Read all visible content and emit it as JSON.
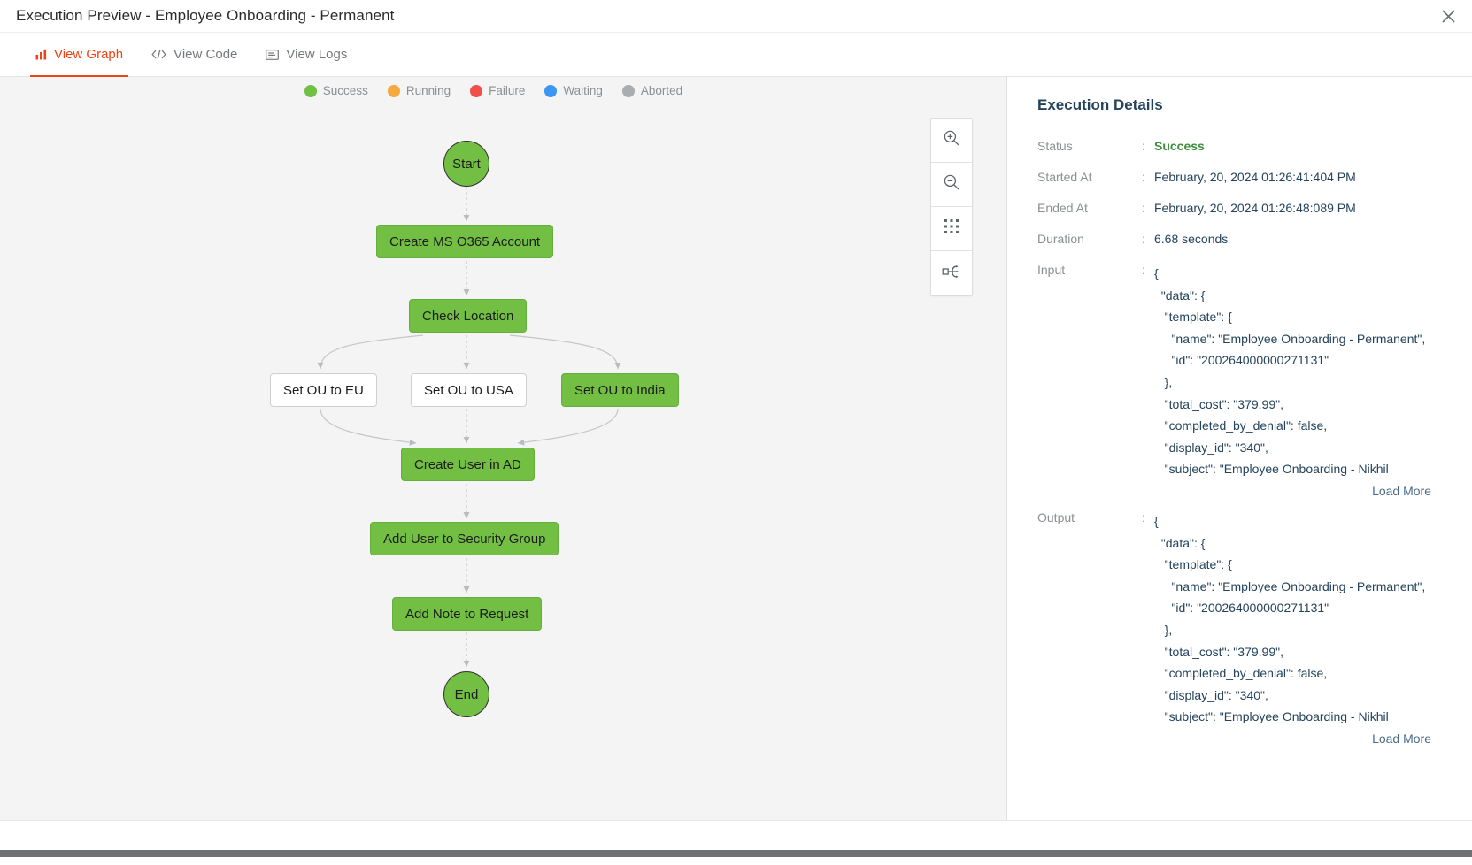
{
  "window": {
    "title": "Execution Preview - Employee Onboarding - Permanent",
    "close_icon": "close-icon"
  },
  "tabs": [
    {
      "label": "View Graph",
      "icon": "bar-chart-icon",
      "active": true
    },
    {
      "label": "View Code",
      "icon": "code-brackets-icon",
      "active": false
    },
    {
      "label": "View Logs",
      "icon": "log-lines-icon",
      "active": false
    }
  ],
  "legend": [
    {
      "label": "Success",
      "color": "#6ec144"
    },
    {
      "label": "Running",
      "color": "#f5a93f"
    },
    {
      "label": "Failure",
      "color": "#f1504a"
    },
    {
      "label": "Waiting",
      "color": "#3b97f2"
    },
    {
      "label": "Aborted",
      "color": "#a9adb0"
    }
  ],
  "zoom_toolbar": [
    {
      "name": "zoom-in-icon",
      "title": "Zoom In"
    },
    {
      "name": "zoom-out-icon",
      "title": "Zoom Out"
    },
    {
      "name": "grid-fit-icon",
      "title": "Fit to Grid"
    },
    {
      "name": "tree-layout-icon",
      "title": "Re-layout Graph"
    }
  ],
  "graph": {
    "nodes": [
      {
        "id": "start",
        "label": "Start",
        "shape": "circle",
        "state": "success"
      },
      {
        "id": "o365",
        "label": "Create MS O365 Account",
        "shape": "box",
        "state": "success"
      },
      {
        "id": "checkloc",
        "label": "Check Location",
        "shape": "box",
        "state": "success"
      },
      {
        "id": "oueu",
        "label": "Set OU to EU",
        "shape": "box",
        "state": "idle"
      },
      {
        "id": "ouusa",
        "label": "Set OU to USA",
        "shape": "box",
        "state": "idle"
      },
      {
        "id": "ouindia",
        "label": "Set OU to India",
        "shape": "box",
        "state": "success"
      },
      {
        "id": "createad",
        "label": "Create User in AD",
        "shape": "box",
        "state": "success"
      },
      {
        "id": "secgroup",
        "label": "Add User to Security Group",
        "shape": "box",
        "state": "success"
      },
      {
        "id": "addnote",
        "label": "Add Note to Request",
        "shape": "box",
        "state": "success"
      },
      {
        "id": "end",
        "label": "End",
        "shape": "circle",
        "state": "success"
      }
    ]
  },
  "details": {
    "heading": "Execution Details",
    "status_label": "Status",
    "status_value": "Success",
    "started_label": "Started At",
    "started_value": "February, 20, 2024 01:26:41:404 PM",
    "ended_label": "Ended At",
    "ended_value": "February, 20, 2024 01:26:48:089 PM",
    "duration_label": "Duration",
    "duration_value": "6.68 seconds",
    "input_label": "Input",
    "input_lines": [
      "{",
      "  \"data\": {",
      "   \"template\": {",
      "     \"name\": \"Employee Onboarding - Permanent\",",
      "     \"id\": \"200264000000271131\"",
      "   },",
      "   \"total_cost\": \"379.99\",",
      "   \"completed_by_denial\": false,",
      "   \"display_id\": \"340\",",
      "   \"subject\": \"Employee Onboarding - Nikhil"
    ],
    "input_load_more": "Load More",
    "output_label": "Output",
    "output_lines": [
      "{",
      "  \"data\": {",
      "   \"template\": {",
      "     \"name\": \"Employee Onboarding - Permanent\",",
      "     \"id\": \"200264000000271131\"",
      "   },",
      "   \"total_cost\": \"379.99\",",
      "   \"completed_by_denial\": false,",
      "   \"display_id\": \"340\",",
      "   \"subject\": \"Employee Onboarding - Nikhil"
    ],
    "output_load_more": "Load More"
  },
  "colors": {
    "accent": "#ec4415",
    "success": "#72bf44",
    "heading": "#24435c",
    "link": "#4b6b8a"
  }
}
